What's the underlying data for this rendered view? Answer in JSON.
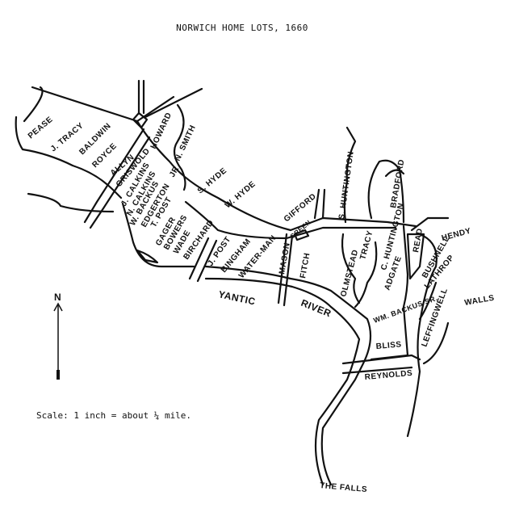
{
  "title": "NORWICH HOME LOTS, 1660",
  "scale_text": "Scale: 1 inch = about ¼ mile.",
  "north_label": "N",
  "labels": {
    "pease": "PEASE",
    "j_tracy": "J. TRACY",
    "baldwin": "BALDWIN",
    "royce": "ROYCE",
    "allyn": "ALLYN",
    "griswold": "GRISWOLD",
    "howard": "HOWARD",
    "n_smith": "N. SMITH",
    "jr": "JR",
    "s_hyde": "S. HYDE",
    "w_hyde": "W. HYDE",
    "j_calkins": "J. CALKINS",
    "n_calkins": "N. CALKINS",
    "w_backus": "W. BACKUS",
    "edgerton": "EDGERTON",
    "t_post": "T. POST",
    "gager": "GAGER",
    "bowers": "BOWERS",
    "wade": "WADE",
    "birchard": "BIRCHARD",
    "j_post": "J. POST",
    "bingham": "BINGHAM",
    "waterman": "WATER-MAN",
    "mason": "MASON",
    "gifford": "GIFFORD",
    "green": "GREEN",
    "fitch": "FITCH",
    "s_huntington": "S. HUNTINGTON",
    "olmstead": "OLMSTEAD",
    "tracy": "TRACY",
    "c_huntington": "C. HUNTINGTON",
    "adgate": "ADGATE",
    "bradford": "BRADFORD",
    "read": "READ",
    "hendy": "HENDY",
    "bushnell": "BUSHNELL",
    "lathrop": "LATHROP",
    "leffingwell": "LEFFINGWELL",
    "walls": "WALLS",
    "wm_backus_sr": "WM. BACKUS SR.",
    "bliss": "BLISS",
    "reynolds": "REYNOLDS",
    "yantic": "YANTIC",
    "river": "RIVER",
    "the_falls": "THE FALLS"
  }
}
